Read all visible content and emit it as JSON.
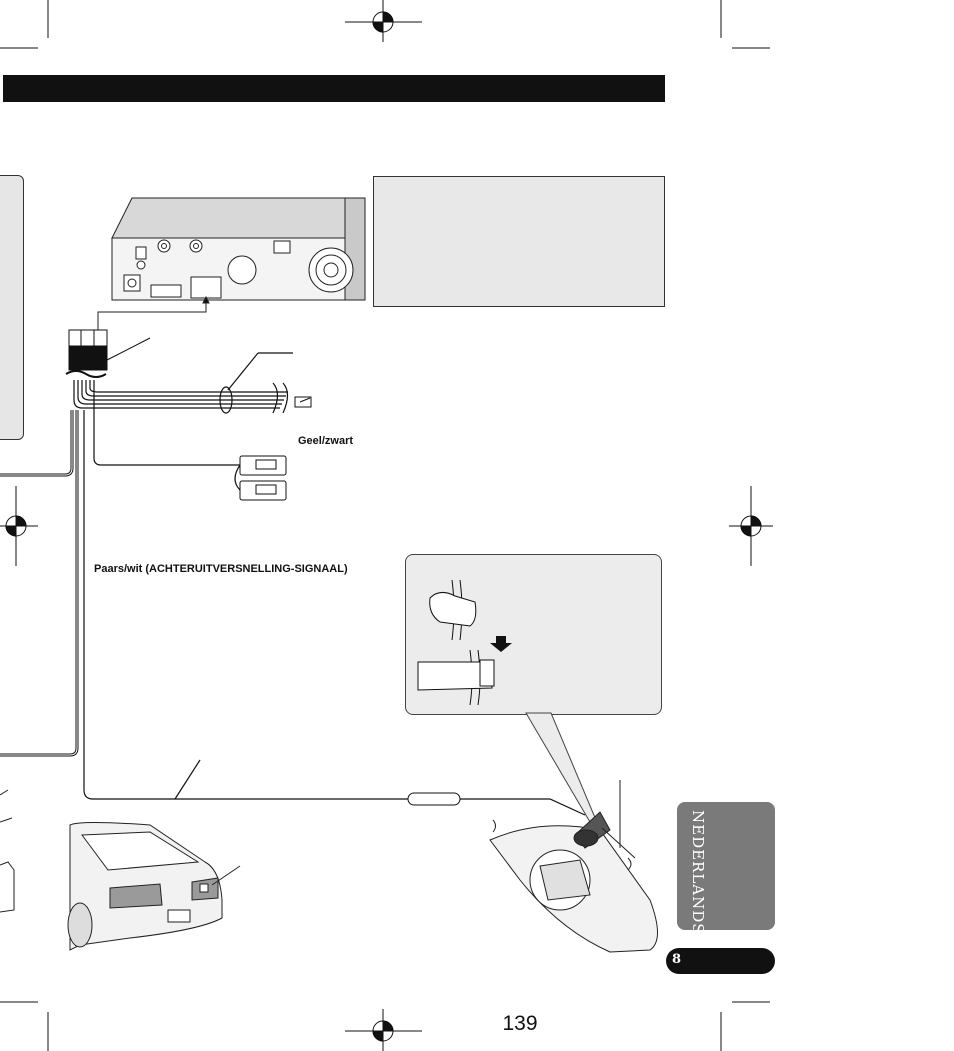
{
  "labels": {
    "geel_zwart": "Geel/zwart",
    "paars_wit": "Paars/wit (ACHTERUITVERSNELLING-SIGNAAL)"
  },
  "side_tab": {
    "language": "NEDERLANDS",
    "section": "8"
  },
  "footer": {
    "page_number": "139"
  },
  "icons": [
    "registration-mark",
    "reference-hand-icon",
    "arrow-down-icon",
    "connector-icon",
    "car-illustration",
    "trunk-illustration",
    "wire-clip-illustration",
    "head-unit-illustration"
  ]
}
